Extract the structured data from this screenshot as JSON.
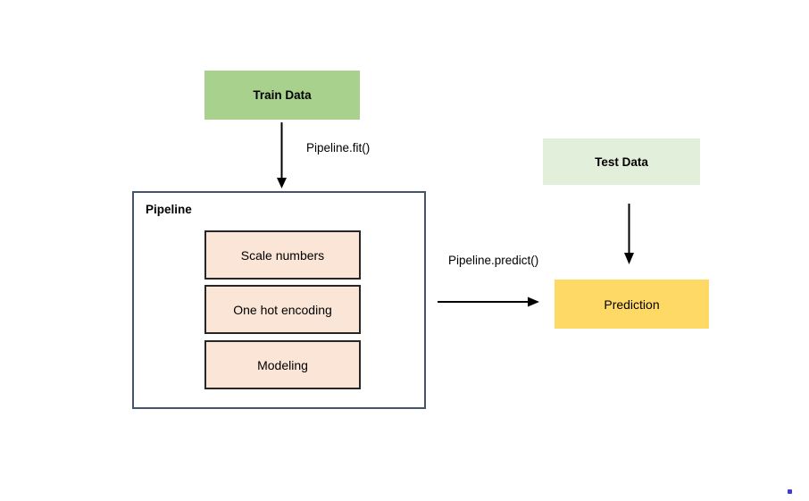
{
  "colors": {
    "canvas_bg": "#FFFFFF",
    "train_fill": "#A9D18E",
    "test_fill": "#E2EFDA",
    "prediction_fill": "#FFD966",
    "step_fill": "#FBE5D6",
    "step_border": "#262626",
    "pipeline_border": "#44546A",
    "arrow_color": "#000000",
    "text_color": "#000000",
    "dot_color": "#3D3DCF"
  },
  "nodes": {
    "train_data": {
      "label": "Train Data"
    },
    "test_data": {
      "label": "Test Data"
    },
    "prediction": {
      "label": "Prediction"
    },
    "pipeline": {
      "label": "Pipeline",
      "steps": [
        {
          "label": "Scale numbers"
        },
        {
          "label": "One hot encoding"
        },
        {
          "label": "Modeling"
        }
      ]
    }
  },
  "edges": {
    "train_to_pipeline": {
      "label": "Pipeline.fit()"
    },
    "pipeline_to_prediction": {
      "label": "Pipeline.predict()"
    }
  }
}
